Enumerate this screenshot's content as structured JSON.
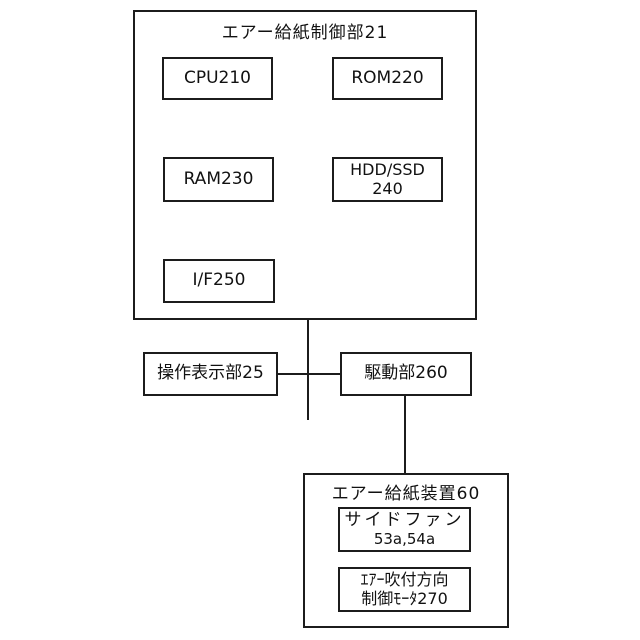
{
  "diagram": {
    "control_unit": {
      "title": "エアー給紙制御部21",
      "cpu_label": "CPU210",
      "rom_label": "ROM220",
      "ram_label": "RAM230",
      "hdd_label_line1": "HDD/SSD",
      "hdd_label_line2": "240",
      "if_label": "I/F250"
    },
    "operation_display_label": "操作表示部25",
    "drive_unit_label": "駆動部260",
    "feed_device": {
      "title": "エアー給紙装置60",
      "side_fan_line1": "サイドファン",
      "side_fan_line2": "53a,54a",
      "motor_line1": "ｴｱｰ吹付方向",
      "motor_line2": "制御ﾓｰﾀ270"
    },
    "colors": {
      "line": "#1c1c1c",
      "background": "#ffffff",
      "text": "#111111"
    }
  }
}
